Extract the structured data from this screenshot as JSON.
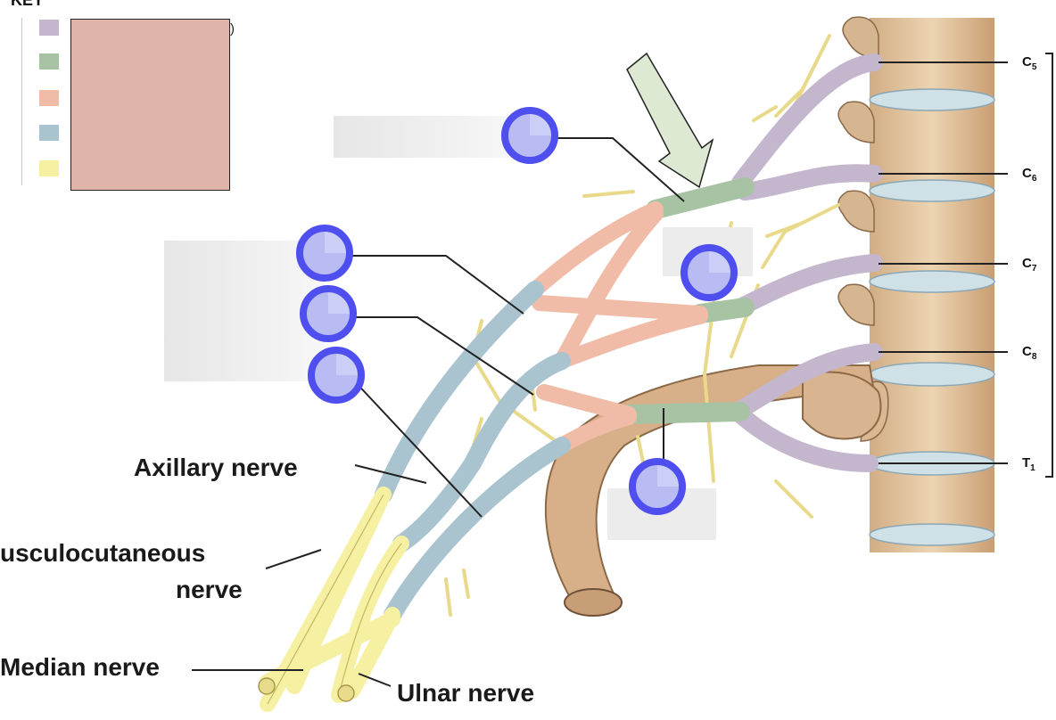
{
  "key": {
    "title": "KEY",
    "fragment": ")",
    "swatches": [
      "#c3b6cd",
      "#a7c3a4",
      "#f0bca7",
      "#a9c3cf",
      "#f6f0a3"
    ]
  },
  "labels": {
    "axillary": "Axillary nerve",
    "musculocutaneous_1": "usculocutaneous",
    "musculocutaneous_2": "nerve",
    "median": "Median nerve",
    "ulnar": "Ulnar nerve"
  },
  "levels": [
    {
      "main": "C",
      "sub": "5"
    },
    {
      "main": "C",
      "sub": "6"
    },
    {
      "main": "C",
      "sub": "7"
    },
    {
      "main": "C",
      "sub": "8"
    },
    {
      "main": "T",
      "sub": "1"
    }
  ],
  "colors": {
    "roots": "#c3b6cd",
    "trunks": "#a7c3a4",
    "divisions": "#f0bca7",
    "cords": "#a9c3cf",
    "branches": "#f6f0a3",
    "hotspot": "#4f4ff0",
    "bone": "#e2c7a3",
    "arrow": "#dde9d2"
  }
}
